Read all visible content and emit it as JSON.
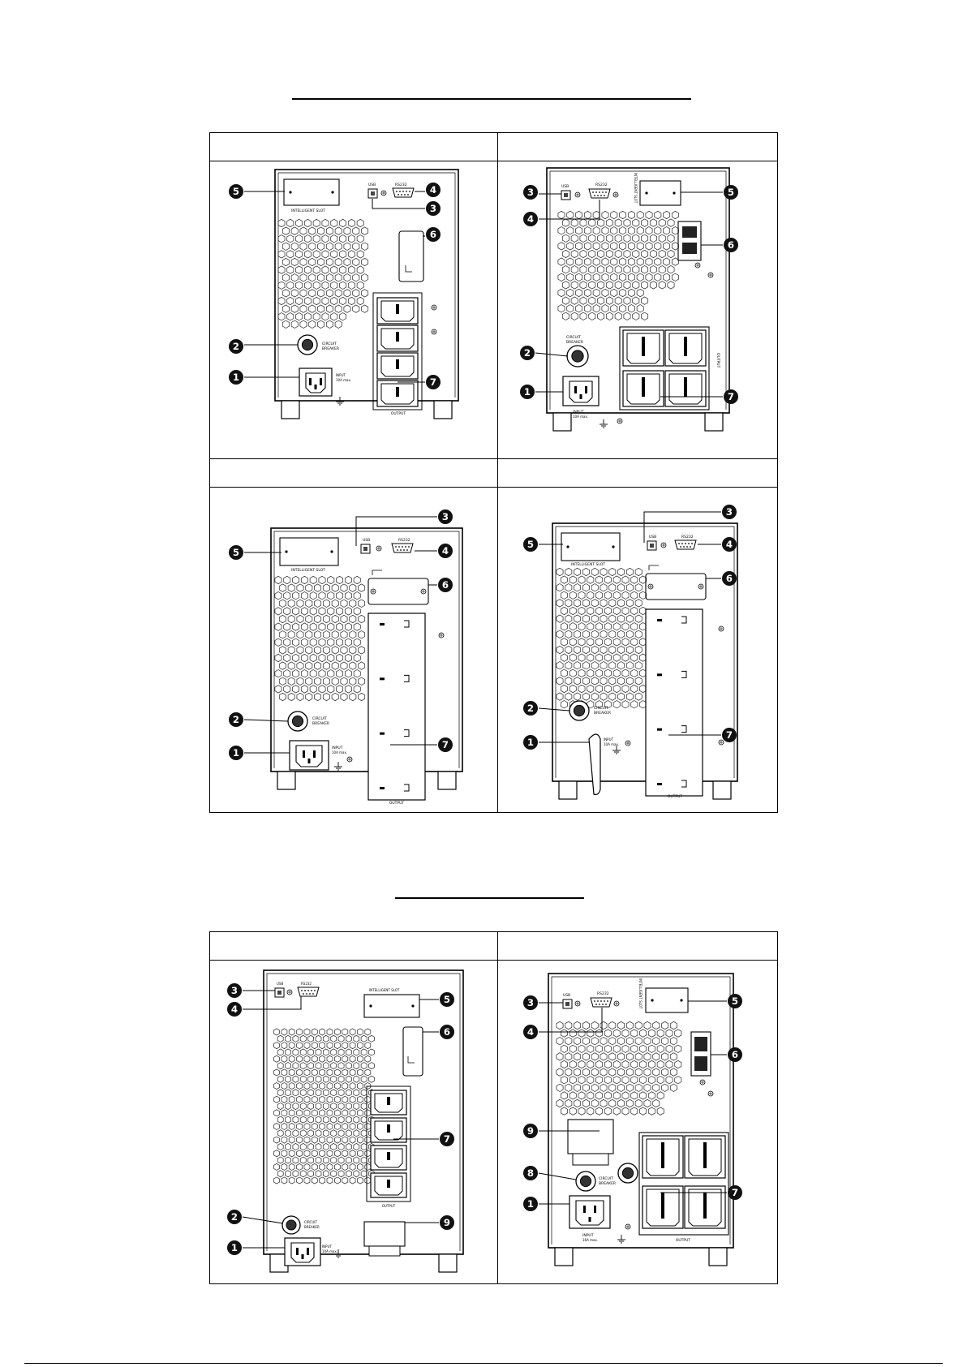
{
  "sections": [
    {
      "tables": [
        {
          "rows": [
            {
              "headers": [
                "",
                ""
              ],
              "panels": [
                {
                  "labels": {
                    "slot": "INTELLIGENT SLOT",
                    "usb": "USB",
                    "rs232": "RS232",
                    "breaker": "CIRCUIT BREAKER",
                    "input": "INPUT",
                    "rating": "10A max.",
                    "output": "OUTPUT"
                  }
                },
                {
                  "labels": {
                    "slot": "INTELLIGENT SLOT",
                    "usb": "USB",
                    "rs232": "RS232",
                    "breaker": "CIRCUIT BREAKER",
                    "input": "INPUT",
                    "rating": "10A max.",
                    "output": "OUTPUT"
                  }
                }
              ]
            },
            {
              "headers": [
                "",
                ""
              ],
              "panels": [
                {
                  "labels": {
                    "slot": "INTELLIGENT SLOT",
                    "usb": "USB",
                    "rs232": "RS232",
                    "breaker": "CIRCUIT BREAKER",
                    "input": "INPUT",
                    "rating": "10A max.",
                    "output": "OUTPUT"
                  }
                },
                {
                  "labels": {
                    "slot": "INTELLIGENT SLOT",
                    "usb": "USB",
                    "rs232": "RS232",
                    "breaker": "CIRCUIT BREAKER",
                    "input": "INPUT",
                    "rating": "10A max.",
                    "output": "OUTPUT"
                  }
                }
              ]
            }
          ]
        }
      ]
    },
    {
      "tables": [
        {
          "rows": [
            {
              "headers": [
                "",
                ""
              ],
              "panels": [
                {
                  "labels": {
                    "slot": "INTELLIGENT SLOT",
                    "usb": "USB",
                    "rs232": "RS232",
                    "breaker": "CIRCUIT BREAKER",
                    "input": "INPUT",
                    "rating": "10A max.",
                    "output": "OUTPUT"
                  }
                },
                {
                  "labels": {
                    "slot": "INTELLIGENT SLOT",
                    "usb": "USB",
                    "rs232": "RS232",
                    "breaker": "CIRCUIT BREAKER",
                    "input": "INPUT",
                    "rating": "16A max.",
                    "output": "OUTPUT"
                  }
                }
              ]
            }
          ]
        }
      ]
    }
  ],
  "callouts": {
    "c1": "1",
    "c2": "2",
    "c3": "3",
    "c4": "4",
    "c5": "5",
    "c6": "6",
    "c7": "7",
    "c8": "8",
    "c9": "9"
  }
}
